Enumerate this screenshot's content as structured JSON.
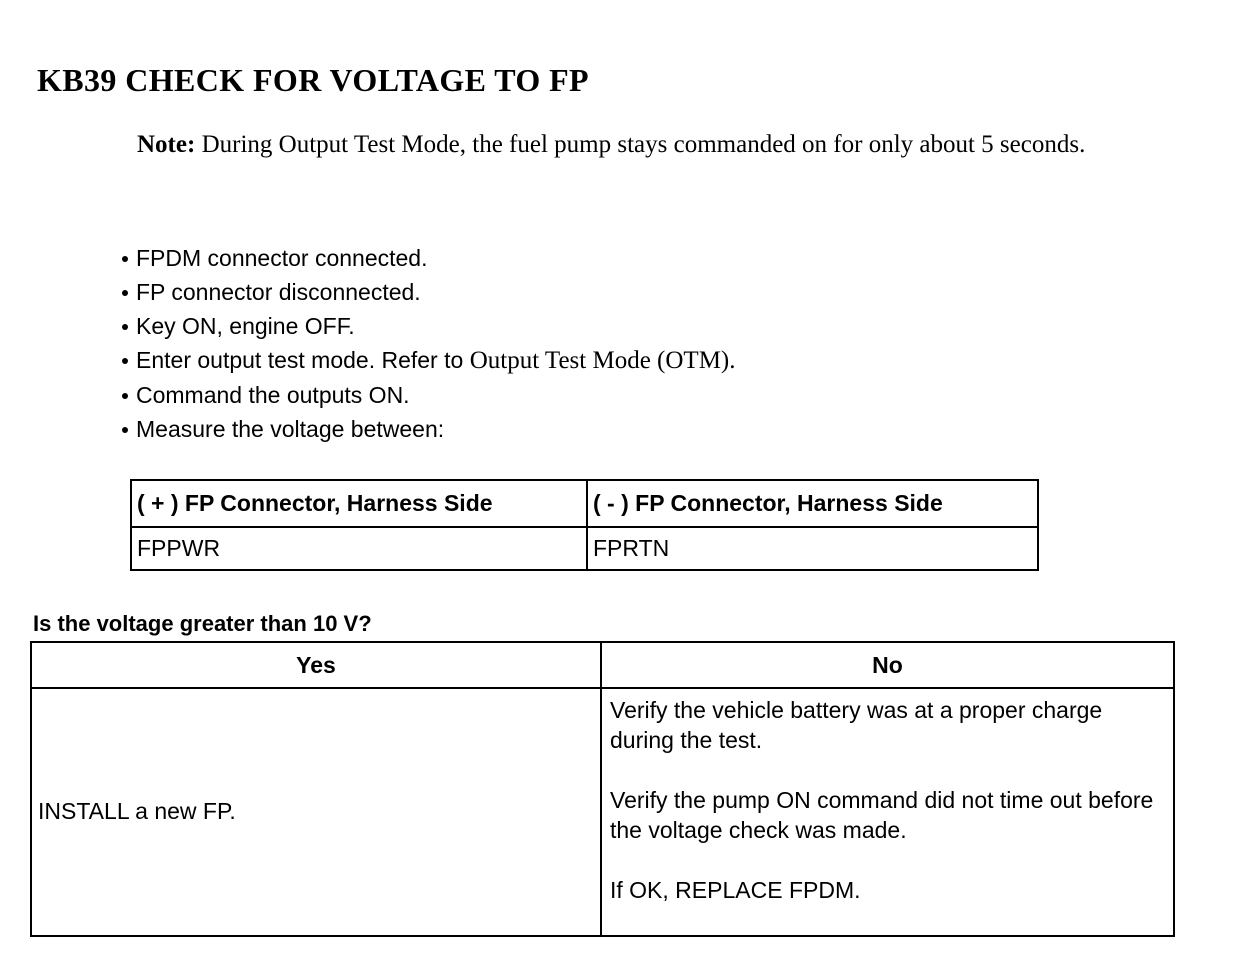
{
  "document": {
    "title": "KB39 CHECK FOR VOLTAGE TO FP"
  },
  "note": {
    "label": "Note:",
    "text": " During Output Test Mode, the fuel pump stays commanded on for only about 5 seconds."
  },
  "procedure": {
    "bullets": [
      {
        "text": "FPDM connector connected."
      },
      {
        "text": "FP connector disconnected."
      },
      {
        "text": "Key ON, engine OFF."
      },
      {
        "text": "Enter output test mode. Refer to ",
        "xref": "Output Test Mode (OTM)",
        "suffix": "."
      },
      {
        "text": "Command the outputs ON."
      },
      {
        "text": "Measure the voltage between:"
      }
    ]
  },
  "connector_table": {
    "headers": [
      "( + ) FP Connector, Harness Side",
      "( - ) FP Connector, Harness Side"
    ],
    "rows": [
      [
        "FPPWR",
        "FPRTN"
      ]
    ]
  },
  "question": {
    "text": "Is the voltage greater than 10 V?"
  },
  "decision_table": {
    "headers": [
      "Yes",
      "No"
    ],
    "yes_cell": "INSTALL a new FP.",
    "no_cell_paragraphs": [
      "Verify the vehicle battery was at a proper charge during the test.",
      "Verify the pump ON command did not time out before the voltage check was made.",
      "If OK, REPLACE FPDM."
    ]
  },
  "colors": {
    "ink": "#000000",
    "paper": "#ffffff"
  }
}
